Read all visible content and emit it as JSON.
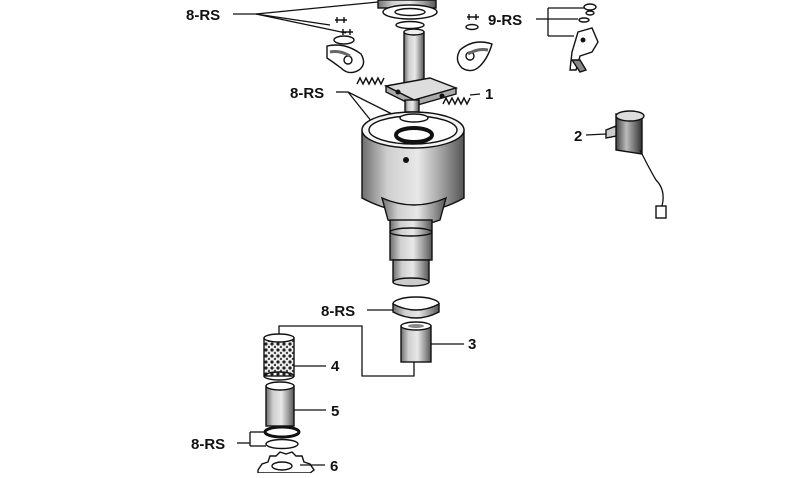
{
  "callouts": {
    "rs_top": "8-RS",
    "rs_mid": "8-RS",
    "rs_lower": "8-RS",
    "rs_bottom": "8-RS",
    "rs_nine": "9-RS",
    "p1": "1",
    "p2": "2",
    "p3": "3",
    "p4": "4",
    "p5": "5",
    "p6": "6"
  },
  "colors": {
    "ink": "#111111",
    "metal": "#d8d8d8",
    "shadow": "#7a7a7a",
    "paper": "#ffffff"
  }
}
